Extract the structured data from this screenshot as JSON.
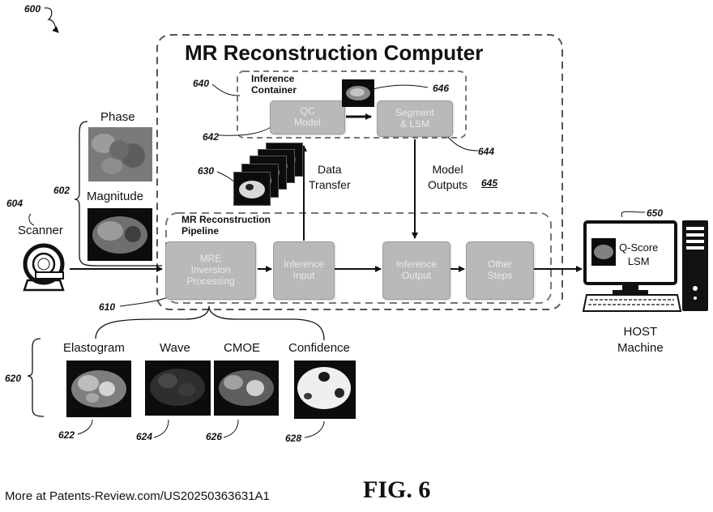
{
  "figure_label": "600",
  "computer": {
    "title": "MR Reconstruction Computer"
  },
  "inference_container": {
    "ref": "640",
    "title_line1": "Inference",
    "title_line2": "Container",
    "qc_model": {
      "line1": "QC",
      "line2": "Model",
      "ref": "642"
    },
    "segment": {
      "line1": "Segment",
      "line2": "& LSM",
      "ref": "644"
    },
    "thumb_ref": "646"
  },
  "pipeline": {
    "title_line1": "MR Reconstruction",
    "title_line2": "Pipeline",
    "boxes": [
      {
        "line1": "MRE",
        "line2": "Inversion",
        "line3": "Processing"
      },
      {
        "line1": "Inference",
        "line2": "Input"
      },
      {
        "line1": "Inference",
        "line2": "Output"
      },
      {
        "line1": "Other",
        "line2": "Steps"
      }
    ],
    "ref": "610"
  },
  "data_transfer": {
    "line1": "Data",
    "line2": "Transfer"
  },
  "model_outputs": {
    "line1": "Model",
    "line2": "Outputs",
    "ref": "645"
  },
  "stack_ref": "630",
  "scanner": {
    "label": "Scanner",
    "ref": "604"
  },
  "inputs": {
    "phase": "Phase",
    "magnitude": "Magnitude",
    "ref": "602"
  },
  "host": {
    "ref": "650",
    "screen_line1": "Q-Score",
    "screen_line2": "LSM",
    "label_line1": "HOST",
    "label_line2": "Machine"
  },
  "outputs": {
    "ref": "620",
    "items": [
      {
        "label": "Elastogram",
        "ref": "622"
      },
      {
        "label": "Wave",
        "ref": "624"
      },
      {
        "label": "CMOE",
        "ref": "626"
      },
      {
        "label": "Confidence",
        "ref": "628"
      }
    ]
  },
  "footer": {
    "source": "More at Patents-Review.com/US20250363631A1",
    "fig": "FIG. 6"
  }
}
